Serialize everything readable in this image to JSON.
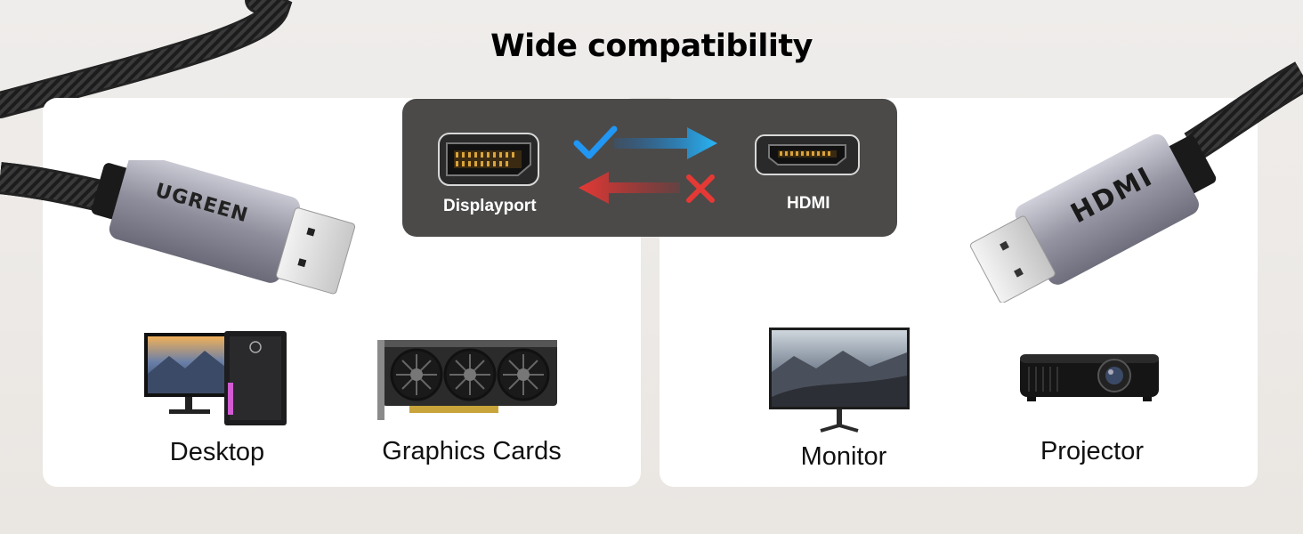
{
  "title": "Wide compatibility",
  "compatibility": {
    "source_port": "Displayport",
    "target_port": "HDMI",
    "forward_supported": true,
    "reverse_supported": false,
    "check_color": "#1e88e5",
    "cross_color": "#e53935"
  },
  "connectors": {
    "displayport_brand": "UGREEN",
    "hdmi_brand": "HDMI"
  },
  "devices": {
    "desktop": "Desktop",
    "graphics_cards": "Graphics Cards",
    "monitor": "Monitor",
    "projector": "Projector"
  }
}
